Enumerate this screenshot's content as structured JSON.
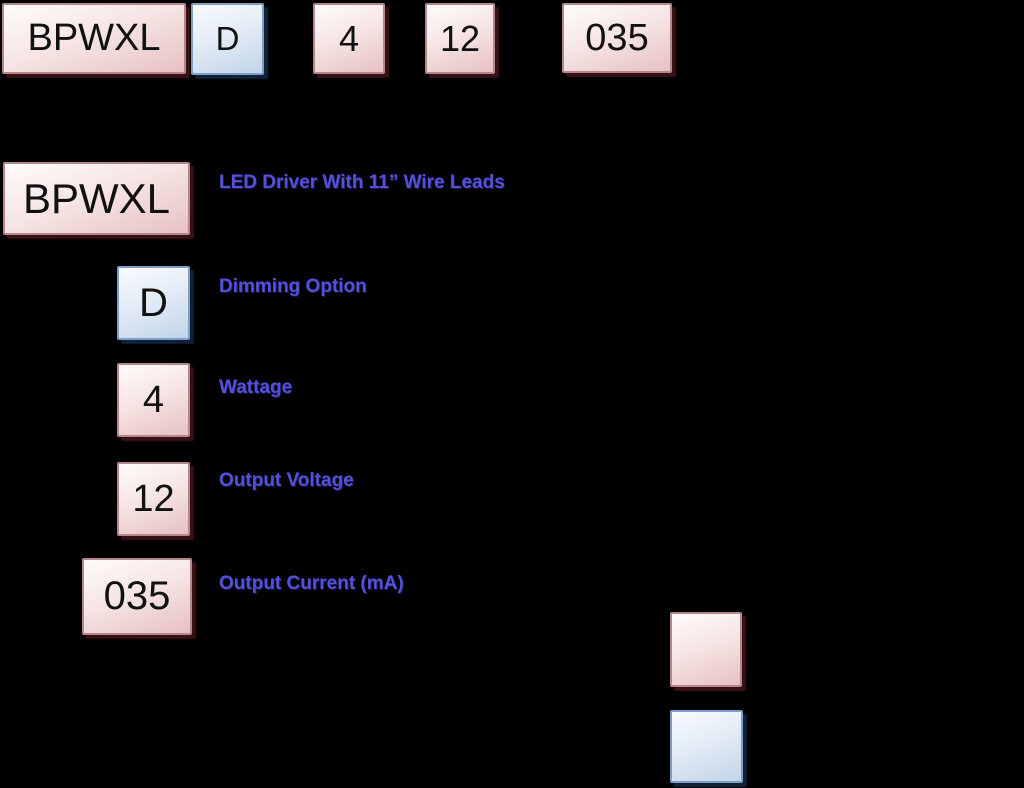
{
  "top_row": {
    "boxes": [
      {
        "text": "BPWXL",
        "style": "pink"
      },
      {
        "text": "D",
        "style": "blue"
      },
      {
        "text": "4",
        "style": "pink"
      },
      {
        "text": "12",
        "style": "pink"
      },
      {
        "text": "035",
        "style": "pink"
      }
    ]
  },
  "breakdown": {
    "rows": [
      {
        "code": "BPWXL",
        "style": "pink",
        "label": "LED Driver With 11” Wire Leads"
      },
      {
        "code": "D",
        "style": "blue",
        "label": "Dimming Option"
      },
      {
        "code": "4",
        "style": "pink",
        "label": "Wattage"
      },
      {
        "code": "12",
        "style": "pink",
        "label": "Output Voltage"
      },
      {
        "code": "035",
        "style": "pink",
        "label": "Output Current (mA)"
      }
    ]
  },
  "legend": {
    "swatches": [
      {
        "style": "pink"
      },
      {
        "style": "blue"
      }
    ]
  },
  "colors": {
    "background": "#000000",
    "pink_fill_top": "#fefcfb",
    "pink_fill_bottom": "#e7c1c3",
    "pink_border": "#b5878c",
    "pink_shadow": "#3e1216",
    "blue_fill_top": "#f8fbfe",
    "blue_fill_bottom": "#c2d4e9",
    "blue_border": "#7f9ec5",
    "blue_shadow": "#12243e",
    "label_text": "#5451d6",
    "box_text": "#111111"
  }
}
